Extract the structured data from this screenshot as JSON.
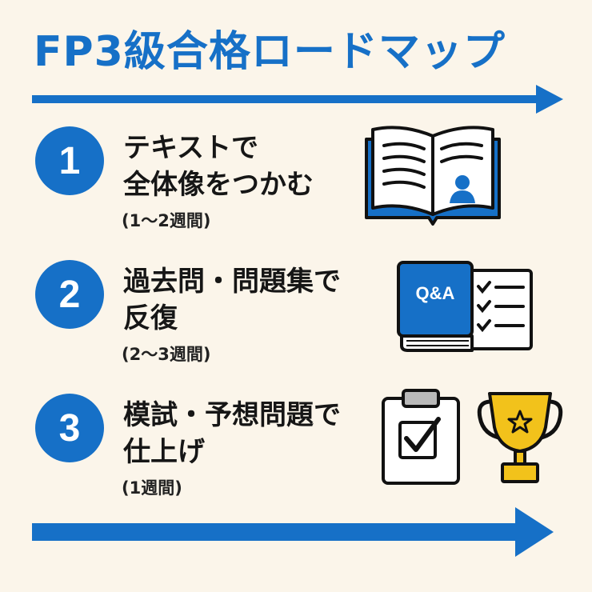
{
  "title": "FP3級合格ロードマップ",
  "steps": [
    {
      "number": "1",
      "heading_lines": [
        "テキストで",
        "全体像をつかむ"
      ],
      "duration": "(1〜2週間)",
      "icon": "open-book-icon"
    },
    {
      "number": "2",
      "heading_lines": [
        "過去問・問題集で",
        "反復"
      ],
      "duration": "(2〜3週間)",
      "icon": "qa-book-checklist-icon",
      "icon_label": "Q&A"
    },
    {
      "number": "3",
      "heading_lines": [
        "模試・予想問題で",
        "仕上げ"
      ],
      "duration": "(1週間)",
      "icon": "clipboard-check-icon",
      "icon2": "trophy-icon"
    }
  ],
  "colors": {
    "accent": "#1670c7",
    "background": "#fbf5ea",
    "text": "#161616",
    "trophy": "#f2c21b"
  }
}
